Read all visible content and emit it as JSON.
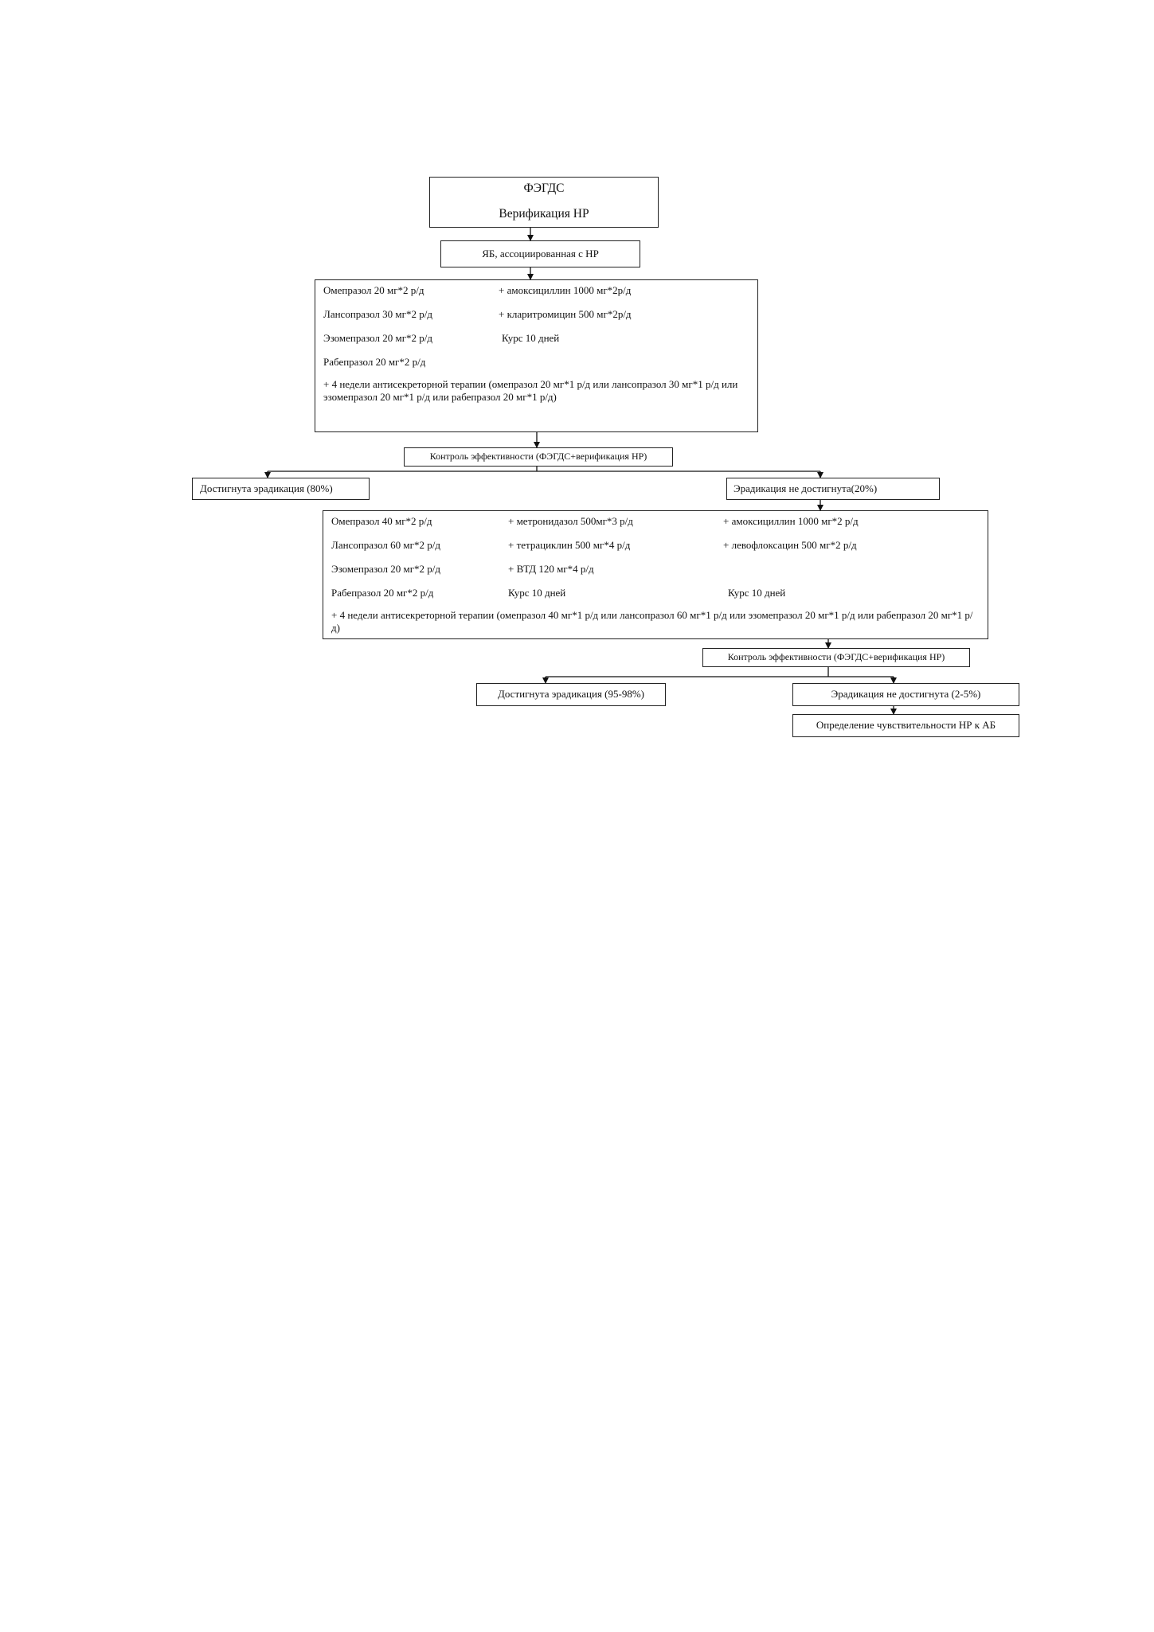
{
  "diagram": {
    "start": {
      "title": "ФЭГДС",
      "subtitle": "Верификация НР"
    },
    "diagnosis": "ЯБ, ассоциированная с НР",
    "first_line": {
      "ppi": [
        "Омепразол 20 мг*2 р/д",
        "Лансопразол 30 мг*2 р/д",
        "Эзомепразол 20 мг*2 р/д",
        "Рабепразол 20 мг*2 р/д"
      ],
      "antibiotics": [
        "+ амоксициллин 1000 мг*2р/д",
        "+ кларитромицин 500 мг*2р/д",
        "Курс 10 дней"
      ],
      "maintenance": "+ 4 недели антисекреторной терапии (омепразол 20 мг*1 р/д или лансопразол 30 мг*1 р/д или эзомепразол 20 мг*1 р/д или рабепразол 20 мг*1 р/д)"
    },
    "control_1": "Контроль эффективности (ФЭГДС+верификация НР)",
    "success_1": "Достигнута эрадикация (80%)",
    "failure_1": "Эрадикация  не достигнута(20%)",
    "second_line": {
      "ppi": [
        "Омепразол 40 мг*2 р/д",
        "Лансопразол 60 мг*2 р/д",
        "Эзомепразол 20 мг*2 р/д",
        "Рабепразол 20 мг*2 р/д"
      ],
      "option_a": [
        "+ метронидазол 500мг*3 р/д",
        "+ тетрациклин 500 мг*4 р/д",
        "+ ВТД 120 мг*4 р/д",
        "Курс 10 дней"
      ],
      "option_b": [
        "+ амоксициллин 1000 мг*2 р/д",
        "+ левофлоксацин 500 мг*2 р/д",
        "Курс 10 дней"
      ],
      "maintenance": "+ 4 недели антисекреторной терапии (омепразол 40 мг*1 р/д или лансопразол 60 мг*1 р/д или эзомепразол 20 мг*1 р/д или рабепразол 20 мг*1 р/д)"
    },
    "control_2": "Контроль эффективности (ФЭГДС+верификация НР)",
    "success_2": "Достигнута эрадикация (95-98%)",
    "failure_2": "Эрадикация  не достигнута (2-5%)",
    "final": "Определение чувствительности НР к АБ"
  }
}
